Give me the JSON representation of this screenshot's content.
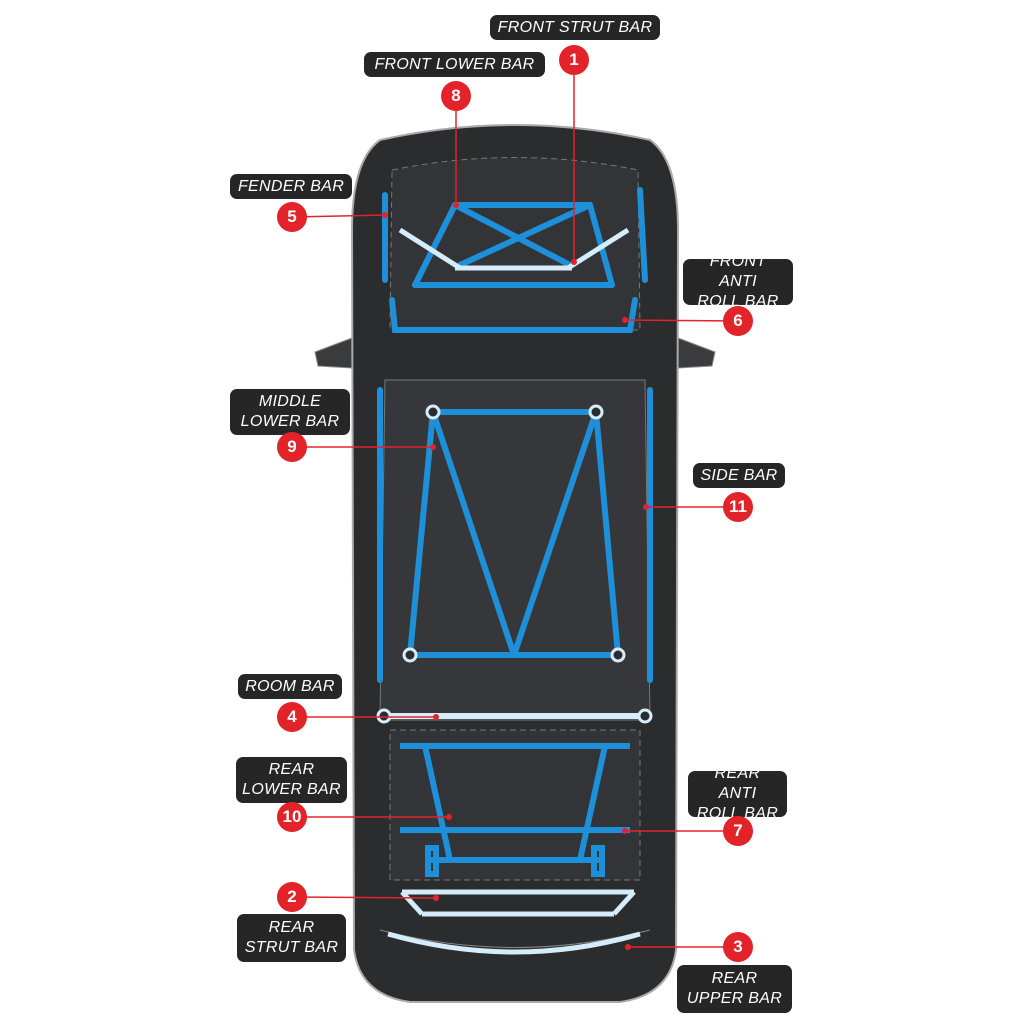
{
  "colors": {
    "bar_blue": "#1e8fd9",
    "bar_light": "#d4ecfb",
    "body": "#2b2c2e",
    "callout": "#e3232a",
    "label_bg": "#262627"
  },
  "callouts": [
    {
      "number": "1",
      "label": "FRONT STRUT BAR"
    },
    {
      "number": "8",
      "label": "FRONT LOWER BAR"
    },
    {
      "number": "5",
      "label": "FENDER BAR"
    },
    {
      "number": "6",
      "label": "FRONT ANTI\nROLL BAR"
    },
    {
      "number": "9",
      "label": "MIDDLE\nLOWER BAR"
    },
    {
      "number": "11",
      "label": "SIDE BAR"
    },
    {
      "number": "4",
      "label": "ROOM BAR"
    },
    {
      "number": "10",
      "label": "REAR\nLOWER BAR"
    },
    {
      "number": "7",
      "label": "REAR ANTI\nROLL BAR"
    },
    {
      "number": "2",
      "label": "REAR\nSTRUT BAR"
    },
    {
      "number": "3",
      "label": "REAR\nUPPER BAR"
    }
  ]
}
